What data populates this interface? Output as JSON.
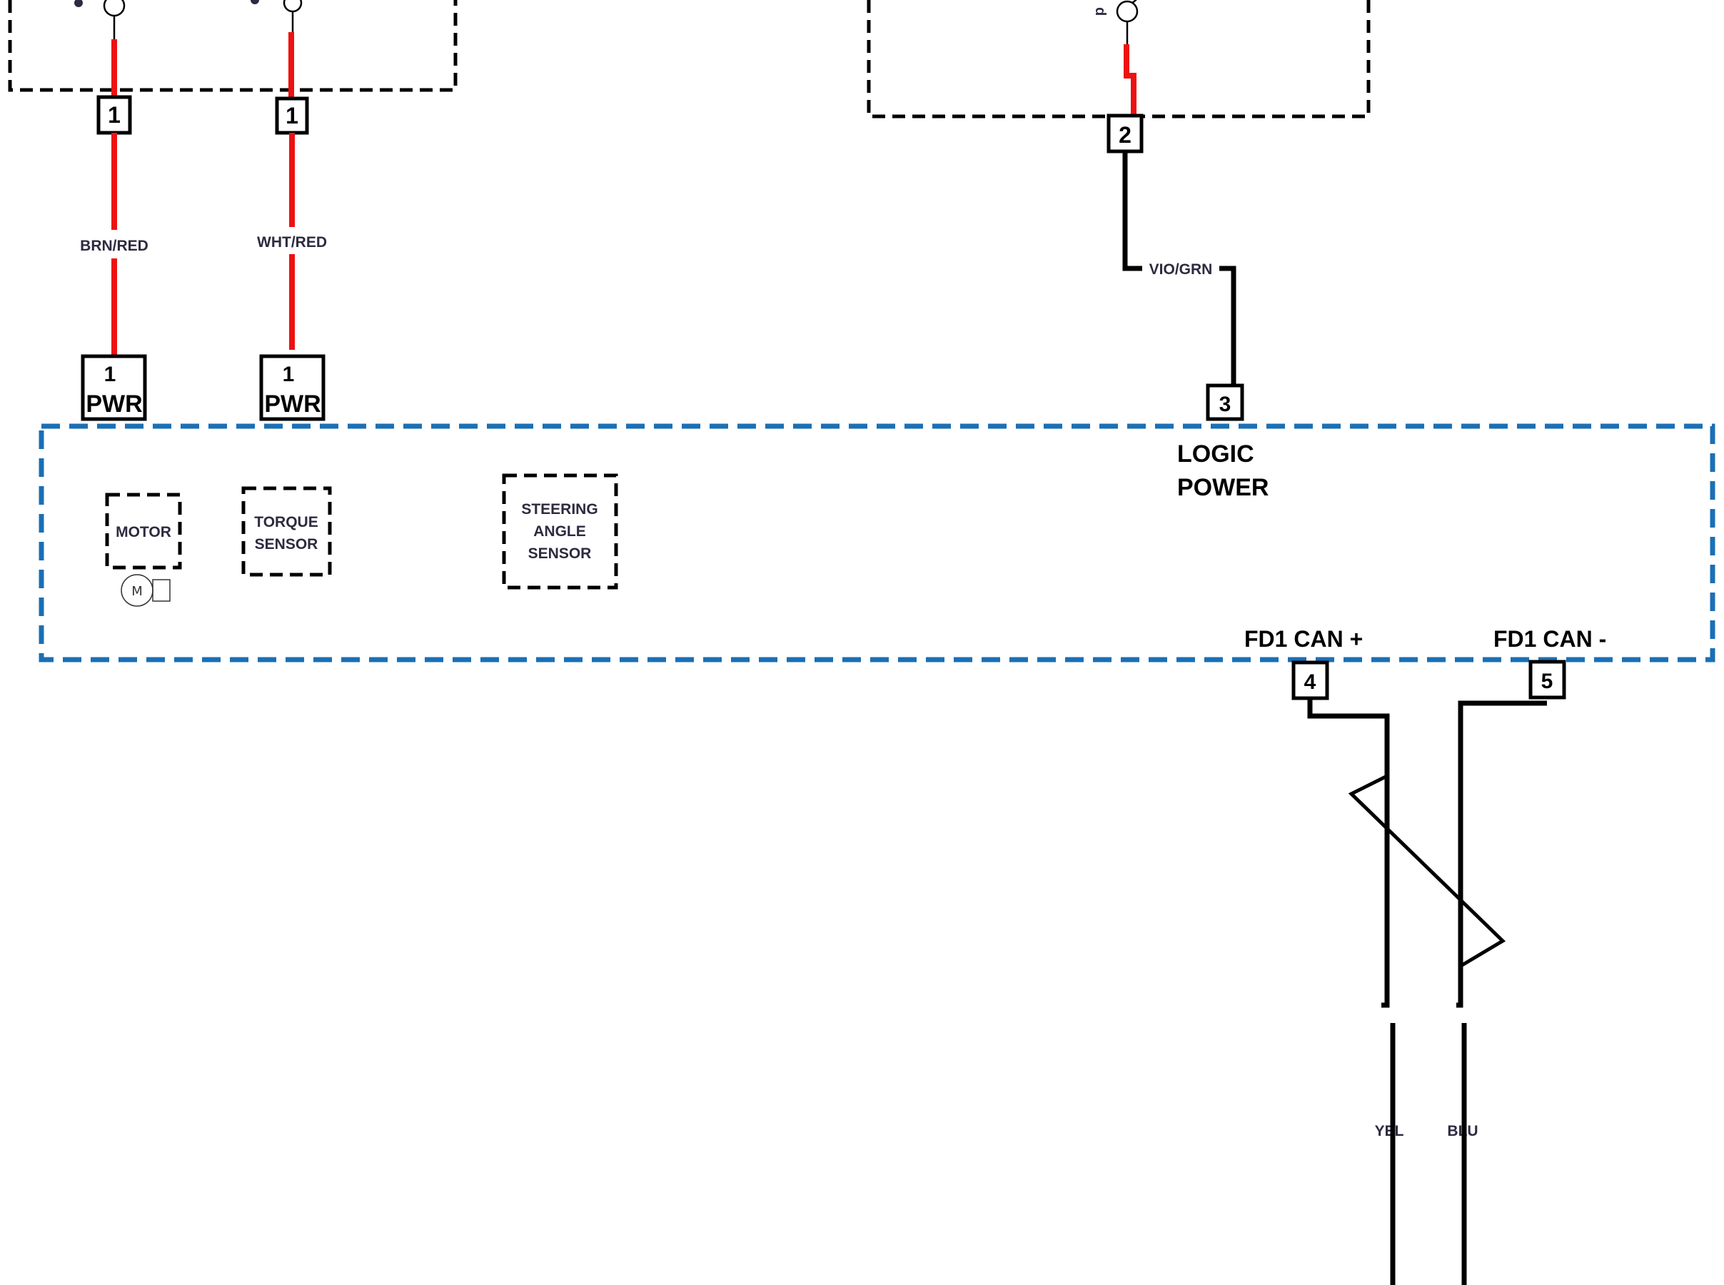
{
  "diagram": {
    "upper_modules": {
      "left_connectors": [
        {
          "pin": "1",
          "wire_color": "BRN/RED",
          "target_pin": "1",
          "target_label": "PWR"
        },
        {
          "pin": "1",
          "wire_color": "WHT/RED",
          "target_pin": "1",
          "target_label": "PWR"
        }
      ],
      "right_connector": {
        "pin": "2",
        "wire_color": "VIO/GRN",
        "target_pin": "3"
      }
    },
    "main_module": {
      "logic_power_label_line1": "LOGIC",
      "logic_power_label_line2": "POWER",
      "components": [
        {
          "name": "MOTOR",
          "lines": [
            "MOTOR"
          ]
        },
        {
          "name": "TORQUE SENSOR",
          "lines": [
            "TORQUE",
            "SENSOR"
          ]
        },
        {
          "name": "STEERING ANGLE SENSOR",
          "lines": [
            "STEERING",
            "ANGLE",
            "SENSOR"
          ]
        }
      ],
      "motor_symbol_letter": "M",
      "can_pins": [
        {
          "label": "FD1 CAN +",
          "pin": "4",
          "wire_color": "YEL"
        },
        {
          "label": "FD1 CAN -",
          "pin": "5",
          "wire_color": "BLU"
        }
      ]
    },
    "colors": {
      "power_wire": "#ee1111",
      "module_border": "#1a6fb5",
      "signal_wire": "#000000"
    }
  }
}
